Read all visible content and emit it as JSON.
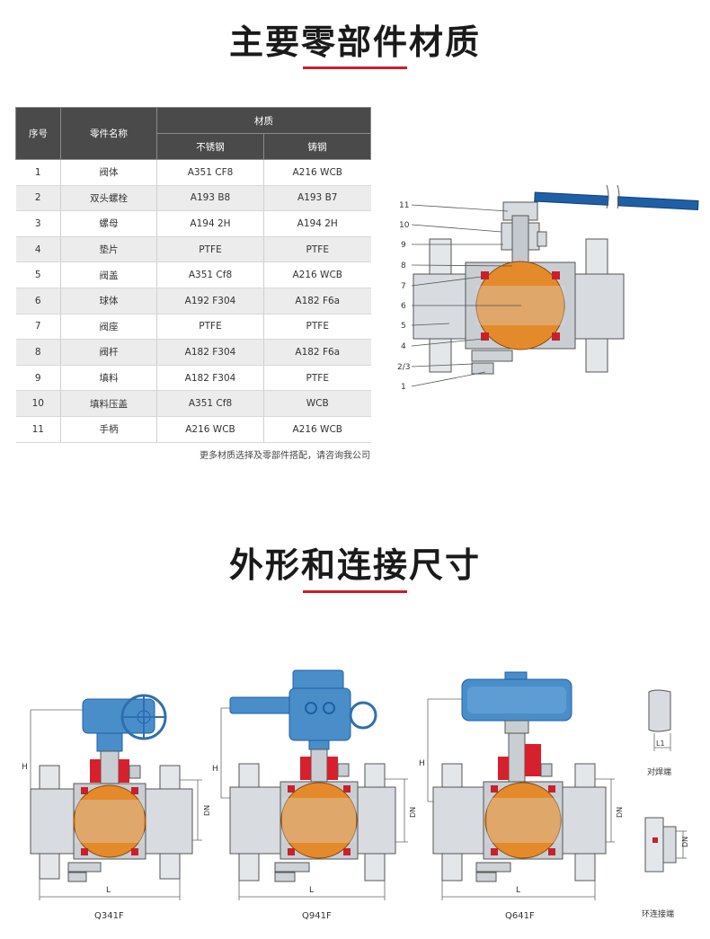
{
  "section1": {
    "title": "主要零部件材质"
  },
  "table": {
    "headers": {
      "no": "序号",
      "name": "零件名称",
      "material": "材质",
      "stainless": "不锈钢",
      "cast": "铸钢"
    },
    "rows": [
      {
        "no": "1",
        "name": "阀体",
        "stainless": "A351 CF8",
        "cast": "A216 WCB"
      },
      {
        "no": "2",
        "name": "双头螺栓",
        "stainless": "A193 B8",
        "cast": "A193 B7"
      },
      {
        "no": "3",
        "name": "螺母",
        "stainless": "A194 2H",
        "cast": "A194 2H"
      },
      {
        "no": "4",
        "name": "垫片",
        "stainless": "PTFE",
        "cast": "PTFE"
      },
      {
        "no": "5",
        "name": "阀盖",
        "stainless": "A351 Cf8",
        "cast": "A216 WCB"
      },
      {
        "no": "6",
        "name": "球体",
        "stainless": "A192 F304",
        "cast": "A182 F6a"
      },
      {
        "no": "7",
        "name": "阀座",
        "stainless": "PTFE",
        "cast": "PTFE"
      },
      {
        "no": "8",
        "name": "阀杆",
        "stainless": "A182 F304",
        "cast": "A182 F6a"
      },
      {
        "no": "9",
        "name": "填料",
        "stainless": "A182 F304",
        "cast": "PTFE"
      },
      {
        "no": "10",
        "name": "填料压盖",
        "stainless": "A351 Cf8",
        "cast": "WCB"
      },
      {
        "no": "11",
        "name": "手柄",
        "stainless": "A216 WCB",
        "cast": "A216 WCB"
      }
    ],
    "note": "更多材质选择及零部件搭配，请咨询我公司"
  },
  "callouts": [
    "11",
    "10",
    "9",
    "8",
    "7",
    "6",
    "5",
    "4",
    "2/3",
    "1"
  ],
  "section2": {
    "title": "外形和连接尺寸"
  },
  "dims": {
    "h": "H",
    "l": "L",
    "dn": "DN",
    "l1": "L1"
  },
  "models": {
    "q341f": "Q341F",
    "q941f": "Q941F",
    "q641f": "Q641F"
  },
  "ends": {
    "weld": "对焊端",
    "ring": "环连接端"
  },
  "colors": {
    "accent": "#c8202c",
    "header_bg": "#4a4a4a",
    "ball": "#e48a2a",
    "actuator": "#4a8ec9",
    "handle": "#1f5fa6"
  }
}
